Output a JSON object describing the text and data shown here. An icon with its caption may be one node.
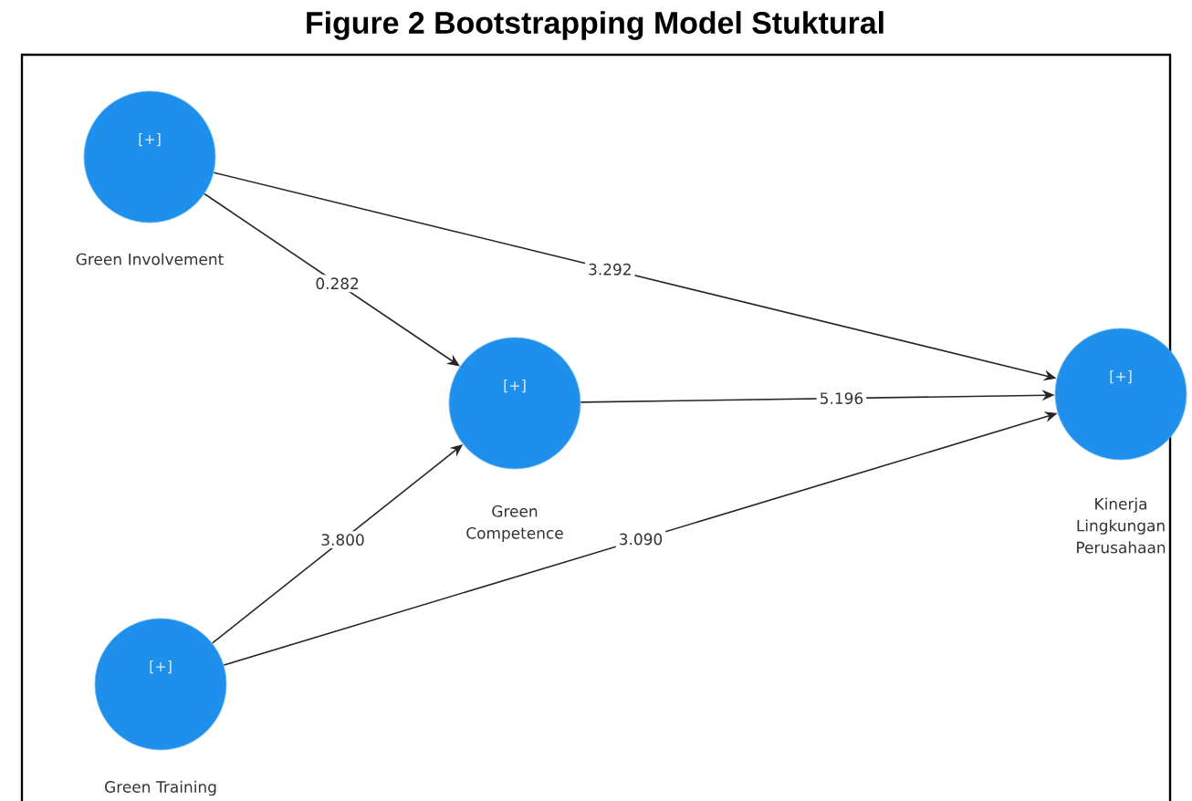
{
  "diagram": {
    "title": "Figure 2 Bootstrapping Model Stuktural",
    "nodes": [
      {
        "text": [
          "[+]"
        ],
        "beside": [
          "Green Involvement"
        ]
      },
      {
        "text": [
          "[+]"
        ],
        "beside": [
          "Green Competence"
        ]
      },
      {
        "text": [
          "[+]"
        ],
        "beside": [
          "Green Training"
        ]
      },
      {
        "text": [
          "[+]"
        ],
        "beside": [
          "Kinerja Lingkungan Perusahaan"
        ]
      }
    ],
    "edges": [
      {
        "from": 0,
        "to": 3,
        "arrow": "to",
        "label": "3.292"
      },
      {
        "from": 0,
        "to": 1,
        "arrow": "to",
        "label": "0.282"
      },
      {
        "from": 1,
        "to": 3,
        "arrow": "to",
        "label": "5.196"
      },
      {
        "from": 2,
        "to": 1,
        "arrow": "to",
        "label": "3.800"
      },
      {
        "from": 2,
        "to": 3,
        "arrow": "to",
        "label": "3.090"
      }
    ]
  }
}
